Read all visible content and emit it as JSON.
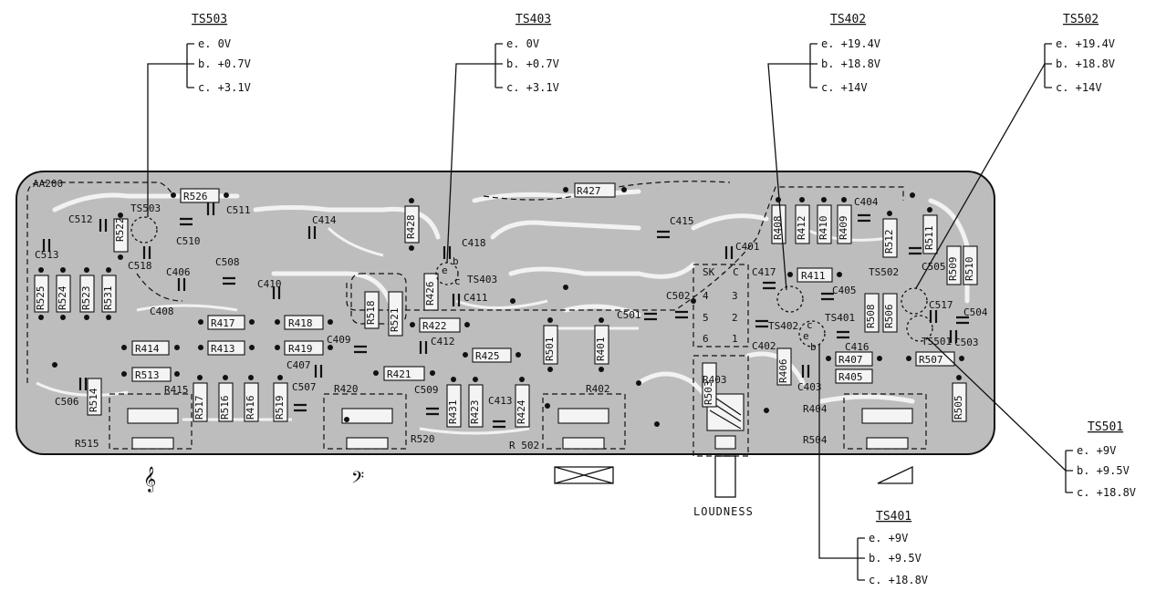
{
  "board": {
    "id_label": "AA200"
  },
  "callouts": {
    "ts503": {
      "title": "TS503",
      "e": "e.  0V",
      "b": "b.  +0.7V",
      "c": "c.  +3.1V"
    },
    "ts403": {
      "title": "TS403",
      "e": "e.  0V",
      "b": "b.  +0.7V",
      "c": "c.  +3.1V"
    },
    "ts402": {
      "title": "TS402",
      "e": "e.  +19.4V",
      "b": "b.  +18.8V",
      "c": "c.  +14V"
    },
    "ts502": {
      "title": "TS502",
      "e": "e.  +19.4V",
      "b": "b.  +18.8V",
      "c": "c.  +14V"
    },
    "ts501": {
      "title": "TS501",
      "e": "e.  +9V",
      "b": "b.  +9.5V",
      "c": "c.  +18.8V"
    },
    "ts401": {
      "title": "TS401",
      "e": "e.  +9V",
      "b": "b.  +9.5V",
      "c": "c.  +18.8V"
    }
  },
  "controls": {
    "treble_symbol": "𝄞",
    "bass_symbol": "𝄢",
    "balance_symbol": "⋈",
    "volume_symbol": "◿",
    "loudness_label": "LOUDNESS"
  },
  "components": {
    "r526": "R526",
    "c511": "C511",
    "ts503": "TS503",
    "c512": "C512",
    "r522": "R522",
    "c510": "C510",
    "c513": "C513",
    "c518": "C518",
    "c406": "C406",
    "c508": "C508",
    "c410": "C410",
    "c414": "C414",
    "r428": "R428",
    "r427": "R427",
    "c418": "C418",
    "r426": "R426",
    "ts403": "TS403",
    "c411": "C411",
    "c415": "C415",
    "c401": "C401",
    "r408": "R408",
    "r412": "R412",
    "r410": "R410",
    "r409": "R409",
    "c404": "C404",
    "r512": "R512",
    "r511": "R511",
    "r525": "R525",
    "r524": "R524",
    "r523": "R523",
    "r531": "R531",
    "c408": "C408",
    "r417": "R417",
    "r418": "R418",
    "r518": "R518",
    "r521": "R521",
    "r422": "R422",
    "r414": "R414",
    "r413": "R413",
    "r419": "R419",
    "c409": "C409",
    "c412": "C412",
    "r425": "R425",
    "r513": "R513",
    "c407": "C407",
    "r421": "R421",
    "r501": "R501",
    "r401": "R401",
    "c501": "C501",
    "c502": "C502",
    "sk_c": "SK - C",
    "c417": "C417",
    "r411": "R411",
    "ts502": "TS502",
    "c505": "C505",
    "r509": "R509",
    "r510": "R510",
    "c405": "C405",
    "ts402": "TS402",
    "ts401": "TS401",
    "r508": "R508",
    "r506": "R506",
    "c517": "C517",
    "c504": "C504",
    "ts501": "TS501",
    "c402": "C402",
    "c416": "C416",
    "r407": "R407",
    "c503": "C503",
    "r507": "R507",
    "r406": "R406",
    "r405": "R405",
    "c403": "C403",
    "r403": "R403",
    "r503": "R503",
    "c506": "C506",
    "r514": "R514",
    "r415": "R415",
    "r517": "R517",
    "r516": "R516",
    "r416": "R416",
    "r519": "R519",
    "c507": "C507",
    "r420": "R420",
    "c509": "C509",
    "r431": "R431",
    "r423": "R423",
    "c413": "C413",
    "r424": "R424",
    "r402": "R402",
    "r404": "R404",
    "r505": "R505",
    "r515": "R515",
    "r520": "R520",
    "r502": "R 502",
    "r504": "R504",
    "pin4": "4",
    "pin3": "3",
    "pin5": "5",
    "pin2": "2",
    "pin6": "6",
    "pin1": "1",
    "pin_e1": "e",
    "pin_b1": "b",
    "pin_c1": "c",
    "pin_e2": "e",
    "pin_b2": "b",
    "pin_c2": "c"
  }
}
